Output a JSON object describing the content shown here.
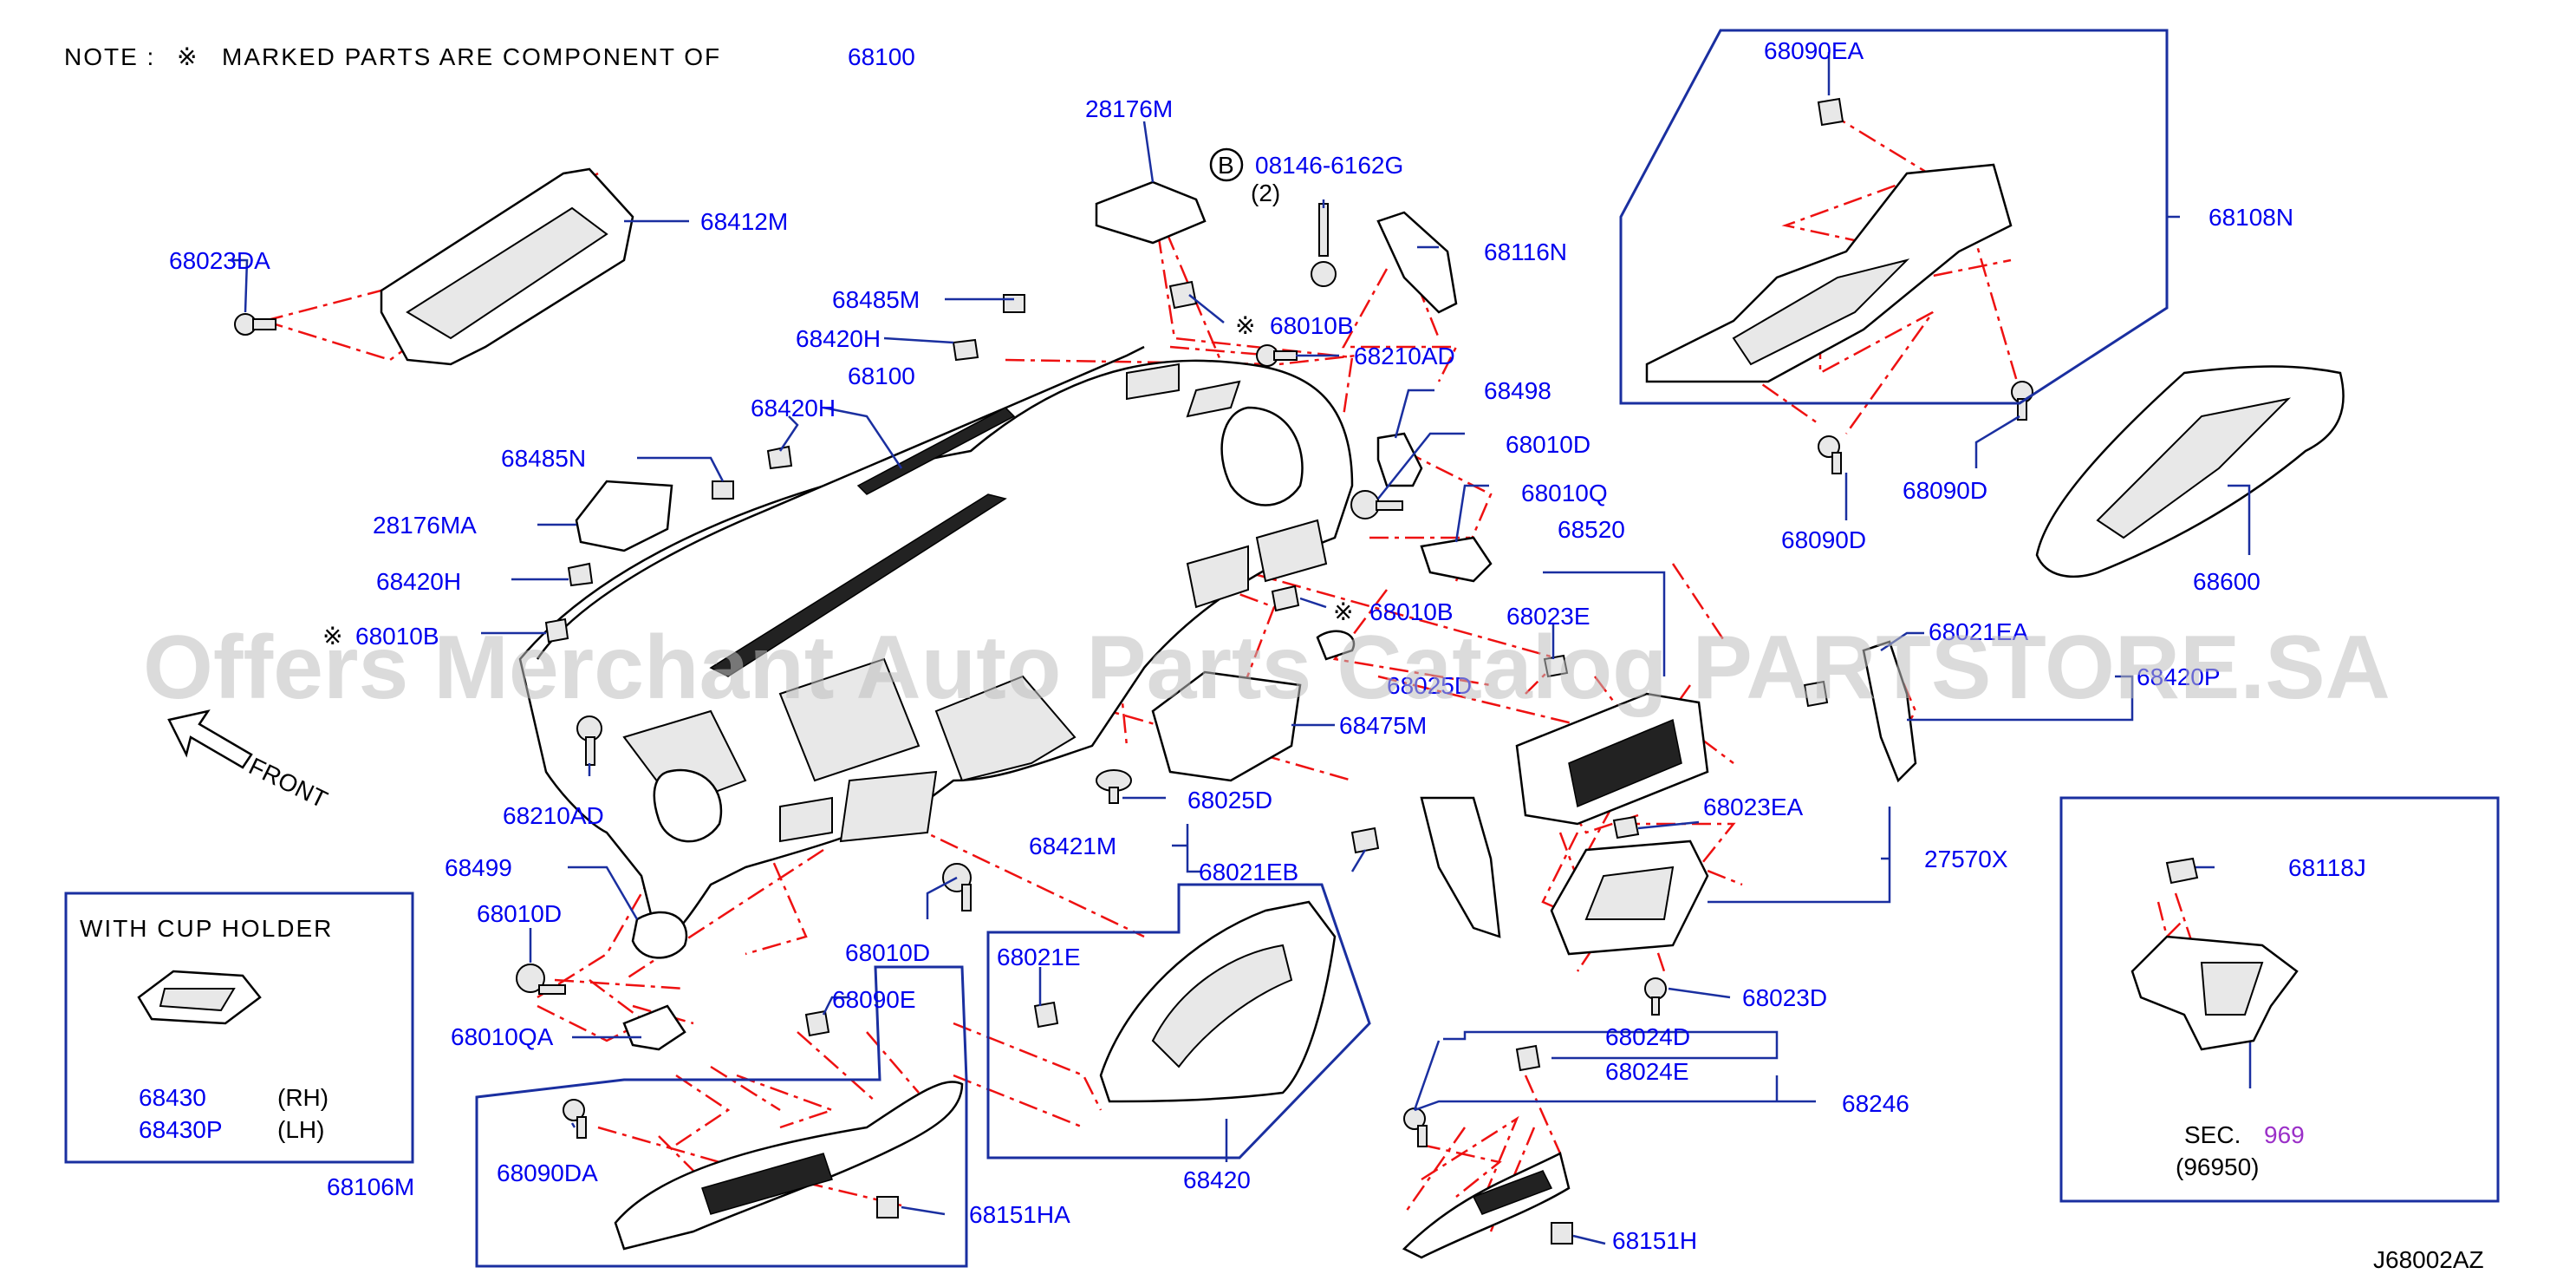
{
  "note": {
    "prefix": "NOTE  :",
    "mark": "※",
    "text": "MARKED   PARTS   ARE   COMPONENT   OF",
    "ref": "68100"
  },
  "watermark": "Offers Merchant Auto Parts Catalog PARTSTORE.SA",
  "front_label": "FRONT",
  "diagram_code": "J68002AZ",
  "bolt_symbol": "B",
  "cup_holder": {
    "title": "WITH   CUP   HOLDER",
    "part_rh": "68430",
    "rh": "(RH)",
    "part_lh": "68430P",
    "lh": "(LH)"
  },
  "section_ref": {
    "prefix": "SEC.",
    "number": "969",
    "sub": "(96950)",
    "color": "#9b30c8"
  },
  "colors": {
    "label": "#0000ee",
    "leader": "#1a2fa0",
    "dashed": "#ee1111"
  },
  "labels": {
    "l_68023DA": "68023DA",
    "l_68412M": "68412M",
    "l_28176M": "28176M",
    "l_08146": "08146-6162G",
    "l_qty2": "(2)",
    "l_68116N": "68116N",
    "l_68485M": "68485M",
    "l_68010B_top": "68010B",
    "l_68420H_a": "68420H",
    "l_68210AD_r": "68210AD",
    "l_68100": "68100",
    "l_68420H_b": "68420H",
    "l_68498": "68498",
    "l_68485N": "68485N",
    "l_68010D_r": "68010D",
    "l_68010Q": "68010Q",
    "l_28176MA": "28176MA",
    "l_68520": "68520",
    "l_68420H_c": "68420H",
    "l_68010B_mid": "68010B",
    "l_68023E": "68023E",
    "l_68010B_l": "68010B",
    "l_68025D_top": "68025D",
    "l_68475M": "68475M",
    "l_68210AD_l": "68210AD",
    "l_68025D": "68025D",
    "l_68421M": "68421M",
    "l_68021EB": "68021EB",
    "l_68023EA": "68023EA",
    "l_27570X": "27570X",
    "l_68499": "68499",
    "l_68010D_l": "68010D",
    "l_68010D_b": "68010D",
    "l_68021E": "68021E",
    "l_68023D": "68023D",
    "l_68090E": "68090E",
    "l_68010QA": "68010QA",
    "l_68024D": "68024D",
    "l_68024E": "68024E",
    "l_68246": "68246",
    "l_68090DA": "68090DA",
    "l_68420": "68420",
    "l_68106M": "68106M",
    "l_68151HA": "68151HA",
    "l_68151H": "68151H",
    "l_68090EA": "68090EA",
    "l_68108N": "68108N",
    "l_68090D_a": "68090D",
    "l_68090D_b": "68090D",
    "l_68600": "68600",
    "l_68021EA": "68021EA",
    "l_68420P": "68420P",
    "l_68118J": "68118J"
  }
}
